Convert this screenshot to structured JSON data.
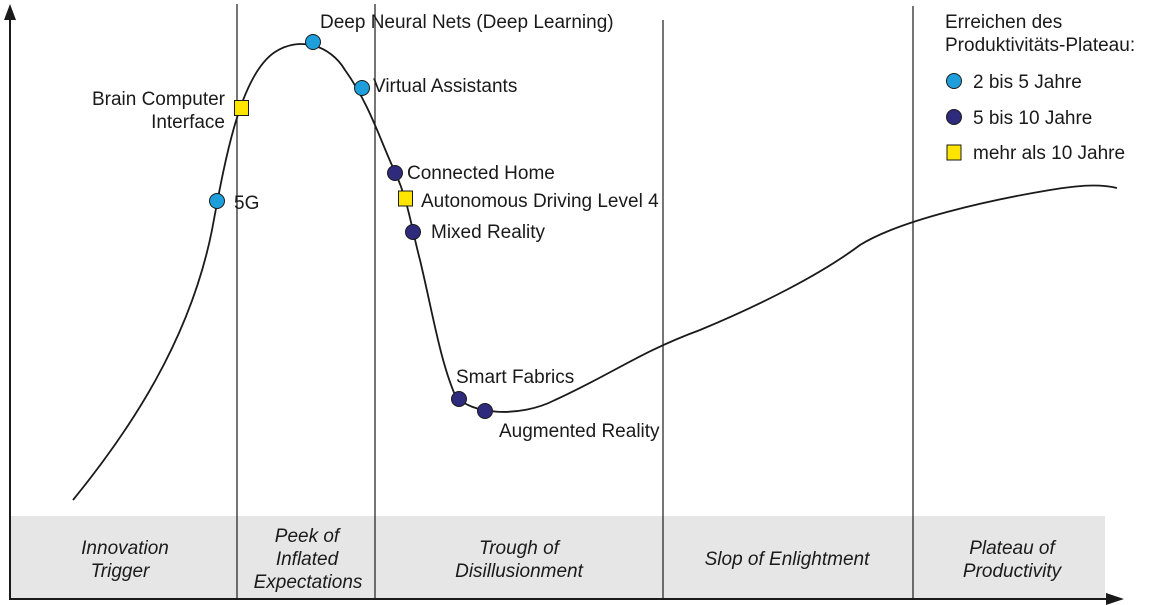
{
  "colors": {
    "short": "#1e9fdc",
    "medium": "#2e2a7c",
    "long": "#ffe500",
    "band": "#e6e6e6",
    "line": "#1a1a1a"
  },
  "legend": {
    "title_line1": "Erreichen des",
    "title_line2": "Produktivitäts-Plateau:",
    "items": [
      {
        "marker": "circle-light-blue",
        "label": "2 bis 5 Jahre"
      },
      {
        "marker": "circle-dark-blue",
        "label": "5 bis 10 Jahre"
      },
      {
        "marker": "square-yellow",
        "label": "mehr als 10 Jahre"
      }
    ]
  },
  "technologies": [
    {
      "name": "Deep Neural Nets (Deep Learning)",
      "category": "short"
    },
    {
      "name": "Virtual Assistants",
      "category": "short"
    },
    {
      "name_line1": "Brain Computer",
      "name_line2": "Interface",
      "category": "long"
    },
    {
      "name": "5G",
      "category": "short"
    },
    {
      "name": "Connected Home",
      "category": "medium"
    },
    {
      "name": "Autonomous Driving Level 4",
      "category": "long"
    },
    {
      "name": "Mixed Reality",
      "category": "medium"
    },
    {
      "name": "Smart Fabrics",
      "category": "medium"
    },
    {
      "name": "Augmented Reality",
      "category": "medium"
    }
  ],
  "phases": [
    {
      "line1": "Innovation",
      "line2": "Trigger"
    },
    {
      "line1": "Peek of",
      "line2": "Inflated",
      "line3": "Expectations"
    },
    {
      "line1": "Trough of",
      "line2": "Disillusionment"
    },
    {
      "line1": "Slop of Enlightment"
    },
    {
      "line1": "Plateau of",
      "line2": "Productivity"
    }
  ]
}
